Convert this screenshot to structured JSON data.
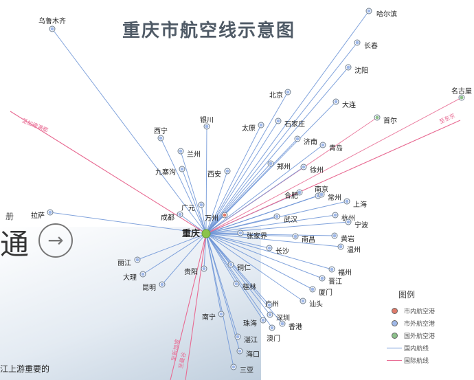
{
  "title": "重庆市航空线示意图",
  "hub": {
    "name": "重庆",
    "marker_color": "#8bc34a"
  },
  "colors": {
    "domestic_route": "#6b93d6",
    "international_route": "#e86a92",
    "city_airport": "#e07a6a",
    "domestic_airport": "#9fb8e8",
    "foreign_airport": "#8cc08a"
  },
  "cities": [
    {
      "name": "乌鲁木齐",
      "type": "domestic"
    },
    {
      "name": "哈尔滨",
      "type": "domestic"
    },
    {
      "name": "长春",
      "type": "domestic"
    },
    {
      "name": "沈阳",
      "type": "domestic"
    },
    {
      "name": "北京",
      "type": "domestic"
    },
    {
      "name": "大连",
      "type": "domestic"
    },
    {
      "name": "首尔",
      "type": "foreign"
    },
    {
      "name": "名古屋",
      "type": "foreign"
    },
    {
      "name": "银川",
      "type": "domestic"
    },
    {
      "name": "太原",
      "type": "domestic"
    },
    {
      "name": "石家庄",
      "type": "domestic"
    },
    {
      "name": "西宁",
      "type": "domestic"
    },
    {
      "name": "兰州",
      "type": "domestic"
    },
    {
      "name": "济南",
      "type": "domestic"
    },
    {
      "name": "青岛",
      "type": "domestic"
    },
    {
      "name": "九寨沟",
      "type": "domestic"
    },
    {
      "name": "西安",
      "type": "domestic"
    },
    {
      "name": "郑州",
      "type": "domestic"
    },
    {
      "name": "徐州",
      "type": "domestic"
    },
    {
      "name": "合肥",
      "type": "domestic"
    },
    {
      "name": "南京",
      "type": "domestic"
    },
    {
      "name": "常州",
      "type": "domestic"
    },
    {
      "name": "上海",
      "type": "domestic"
    },
    {
      "name": "拉萨",
      "type": "domestic"
    },
    {
      "name": "广元",
      "type": "domestic"
    },
    {
      "name": "成都",
      "type": "domestic"
    },
    {
      "name": "万州",
      "type": "city"
    },
    {
      "name": "武汉",
      "type": "domestic"
    },
    {
      "name": "杭州",
      "type": "domestic"
    },
    {
      "name": "宁波",
      "type": "domestic"
    },
    {
      "name": "张家界",
      "type": "domestic"
    },
    {
      "name": "南昌",
      "type": "domestic"
    },
    {
      "name": "黄岩",
      "type": "domestic"
    },
    {
      "name": "温州",
      "type": "domestic"
    },
    {
      "name": "长沙",
      "type": "domestic"
    },
    {
      "name": "丽江",
      "type": "domestic"
    },
    {
      "name": "贵阳",
      "type": "domestic"
    },
    {
      "name": "铜仁",
      "type": "domestic"
    },
    {
      "name": "大理",
      "type": "domestic"
    },
    {
      "name": "福州",
      "type": "domestic"
    },
    {
      "name": "晋江",
      "type": "domestic"
    },
    {
      "name": "昆明",
      "type": "domestic"
    },
    {
      "name": "桂林",
      "type": "domestic"
    },
    {
      "name": "厦门",
      "type": "domestic"
    },
    {
      "name": "汕头",
      "type": "domestic"
    },
    {
      "name": "广州",
      "type": "domestic"
    },
    {
      "name": "深圳",
      "type": "domestic"
    },
    {
      "name": "南宁",
      "type": "domestic"
    },
    {
      "name": "珠海",
      "type": "domestic"
    },
    {
      "name": "香港",
      "type": "domestic"
    },
    {
      "name": "湛江",
      "type": "domestic"
    },
    {
      "name": "澳门",
      "type": "domestic"
    },
    {
      "name": "海口",
      "type": "domestic"
    },
    {
      "name": "三亚",
      "type": "domestic"
    }
  ],
  "international_routes": [
    {
      "label": "至加德满都"
    },
    {
      "label": "至东京"
    },
    {
      "label": "至曼谷"
    },
    {
      "label": "至新加坡"
    }
  ],
  "legend": {
    "title": "图例",
    "items": [
      {
        "label": "市内航空港",
        "kind": "dot",
        "color": "#e07a6a"
      },
      {
        "label": "市外航空港",
        "kind": "dot",
        "color": "#9fb8e8"
      },
      {
        "label": "国外航空港",
        "kind": "dot",
        "color": "#8cc08a"
      },
      {
        "label": "国内航线",
        "kind": "line",
        "color": "#6b93d6"
      },
      {
        "label": "国际航线",
        "kind": "line",
        "color": "#e86a92"
      }
    ]
  },
  "side_text": {
    "book": "册",
    "big": "通"
  },
  "bottom_text": "江上游重要的"
}
